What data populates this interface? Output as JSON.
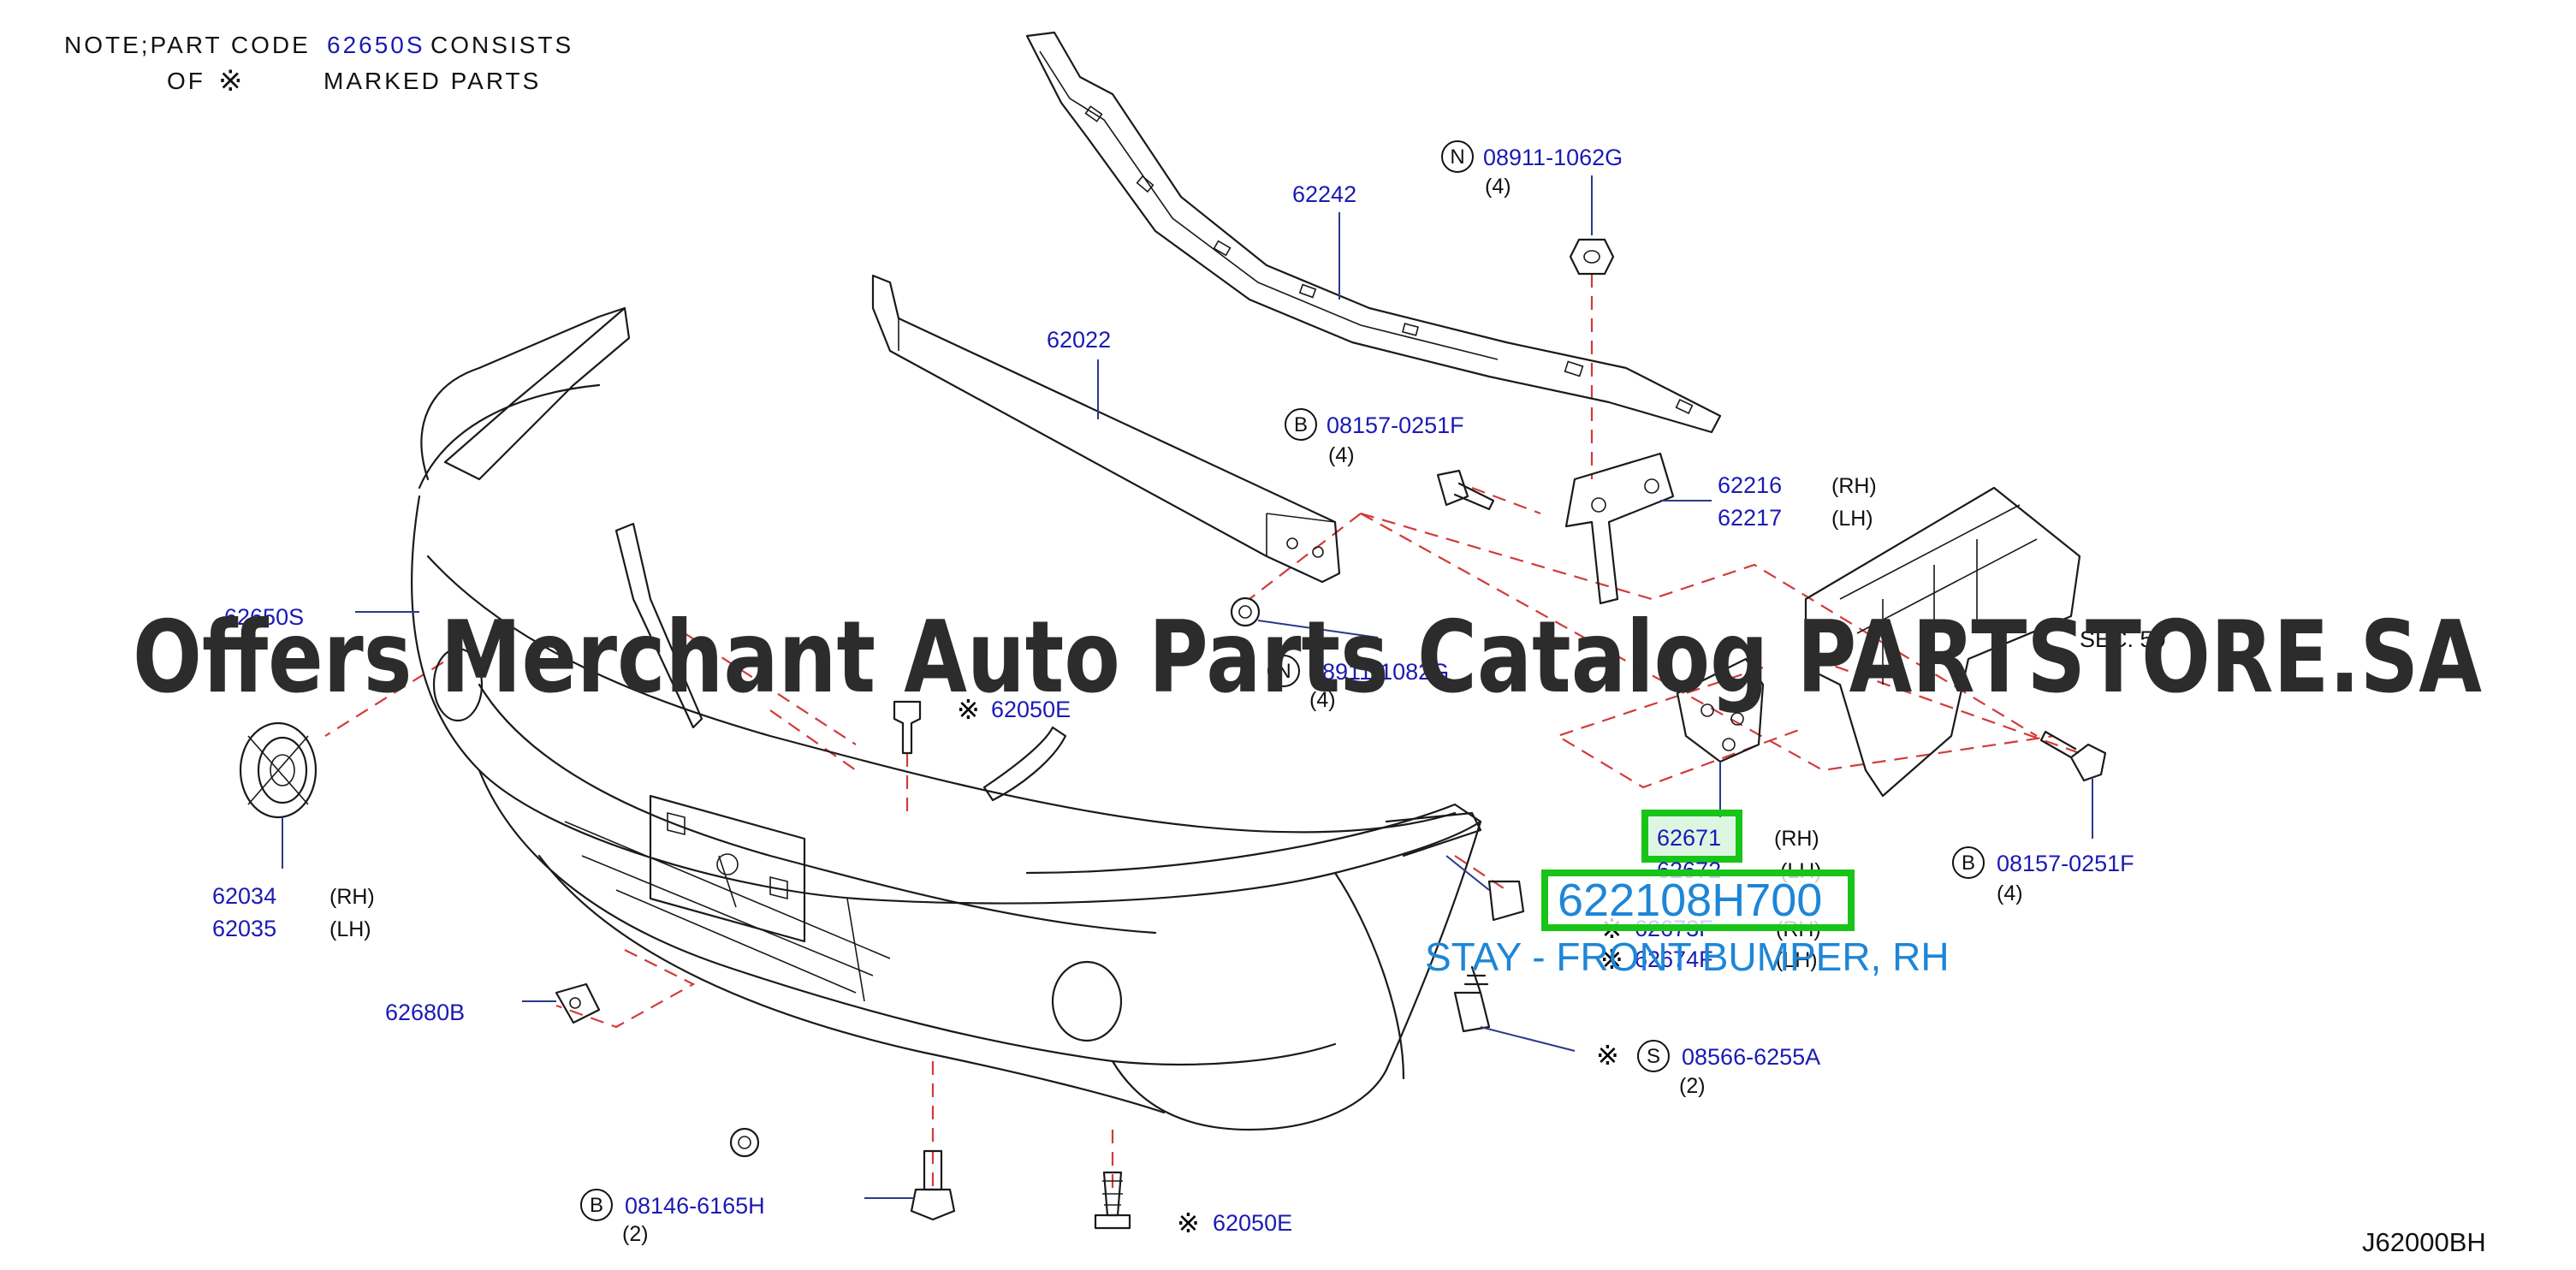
{
  "note": {
    "line1_prefix": "NOTE;PART  CODE",
    "part_code": "62650S",
    "line1_suffix": "CONSISTS",
    "line2_prefix": "OF",
    "mark": "※",
    "line2_suffix": "MARKED  PARTS"
  },
  "labels": {
    "p62242": "62242",
    "p08911_1062G": "08911-1062G",
    "p08911_1062G_qty": "(4)",
    "p62022": "62022",
    "p08157_0251F_top": "08157-0251F",
    "p08157_0251F_top_qty": "(4)",
    "p62216": "62216",
    "p62216_side": "(RH)",
    "p62217": "62217",
    "p62217_side": "(LH)",
    "p62650S": "62650S",
    "sec": "SEC.  50",
    "p08911_hidden": "08911-1082G",
    "p08911_hidden_qty": "(4)",
    "p62050E_top": "62050E",
    "p62671": "62671",
    "p62671_side": "(RH)",
    "p62672_partial": "62672",
    "p62672_side": "(LH)",
    "p62673": "62673F",
    "p62673_side": "(RH)",
    "p62674": "62674F",
    "p62674_side": "(LH)",
    "p08157_0251F_right": "08157-0251F",
    "p08157_0251F_right_qty": "(4)",
    "p62034": "62034",
    "p62034_side": "(RH)",
    "p62035": "62035",
    "p62035_side": "(LH)",
    "p62680B": "62680B",
    "p08566_6255A": "08566-6255A",
    "p08566_6255A_qty": "(2)",
    "p08146_6165H": "08146-6165H",
    "p08146_6165H_qty": "(2)",
    "p62050E_bottom": "62050E",
    "diagram_code": "J62000BH"
  },
  "callouts": {
    "N": "N",
    "B": "B",
    "S": "S",
    "mark": "※"
  },
  "highlight": {
    "part_number": "622108H700",
    "description": "STAY - FRONT BUMPER, RH"
  },
  "watermark": "Offers Merchant Auto Parts Catalog PARTSTORE.SA",
  "colors": {
    "part_number": "#1a1ab4",
    "highlight_border": "#18c418",
    "highlight_text": "#1e86d6",
    "leader_dash": "#d33a3a"
  }
}
